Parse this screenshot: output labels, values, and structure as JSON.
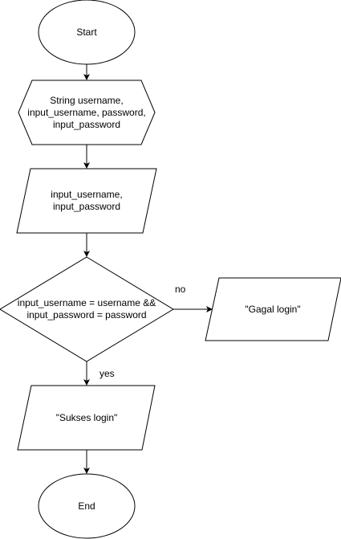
{
  "diagram": {
    "nodes": {
      "start": {
        "shape": "terminator",
        "text": "Start"
      },
      "declare": {
        "shape": "preparation",
        "text": "String username,\ninput_username, password,\ninput_password"
      },
      "input": {
        "shape": "data",
        "text": "input_username,\ninput_password"
      },
      "decision": {
        "shape": "decision",
        "text": "input_username = username &&\ninput_password = password"
      },
      "fail": {
        "shape": "data",
        "text": "\"Gagal login\""
      },
      "success": {
        "shape": "data",
        "text": "\"Sukses login\""
      },
      "end": {
        "shape": "terminator",
        "text": "End"
      }
    },
    "edges": [
      {
        "from": "start",
        "to": "declare",
        "label": ""
      },
      {
        "from": "declare",
        "to": "input",
        "label": ""
      },
      {
        "from": "input",
        "to": "decision",
        "label": ""
      },
      {
        "from": "decision",
        "to": "fail",
        "label": "no"
      },
      {
        "from": "decision",
        "to": "success",
        "label": "yes"
      },
      {
        "from": "success",
        "to": "end",
        "label": ""
      }
    ],
    "stroke_color": "#000000",
    "fill_color": "#ffffff"
  }
}
